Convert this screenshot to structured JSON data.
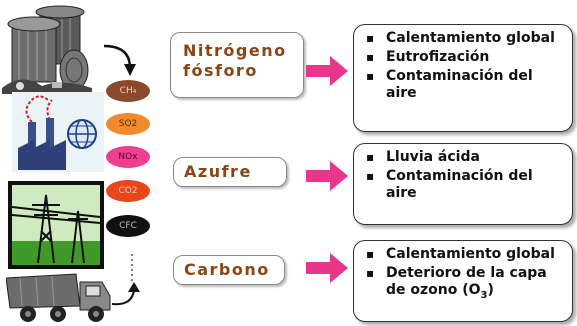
{
  "elements": [
    {
      "lines": [
        "Nitrógeno",
        "fósforo"
      ]
    },
    {
      "lines": [
        "Azufre"
      ]
    },
    {
      "lines": [
        "Carbono"
      ]
    }
  ],
  "effects": [
    {
      "items": [
        "Calentamiento global",
        "Eutrofización",
        "Contaminación del aire"
      ]
    },
    {
      "items": [
        "Lluvia ácida",
        "Contaminación del aire"
      ]
    },
    {
      "items": [
        "Calentamiento global",
        "Deterioro de la capa de ozono (O",
        "3",
        ")"
      ]
    }
  ],
  "gases": [
    {
      "label": "CH₄",
      "bg": "#8b4a2b",
      "fg": "#f0d0b0"
    },
    {
      "label": "SO2",
      "bg": "#f08a2c",
      "fg": "#5a2a00"
    },
    {
      "label": "NOx",
      "bg": "#ef3f8f",
      "fg": "#5a0030"
    },
    {
      "label": "CO2",
      "bg": "#e8471e",
      "fg": "#ffd0b0"
    },
    {
      "label": "CFC",
      "bg": "#111111",
      "fg": "#bbbbbb"
    }
  ],
  "colors": {
    "arrow": "#e8368a",
    "element_text": "#8b4513"
  }
}
